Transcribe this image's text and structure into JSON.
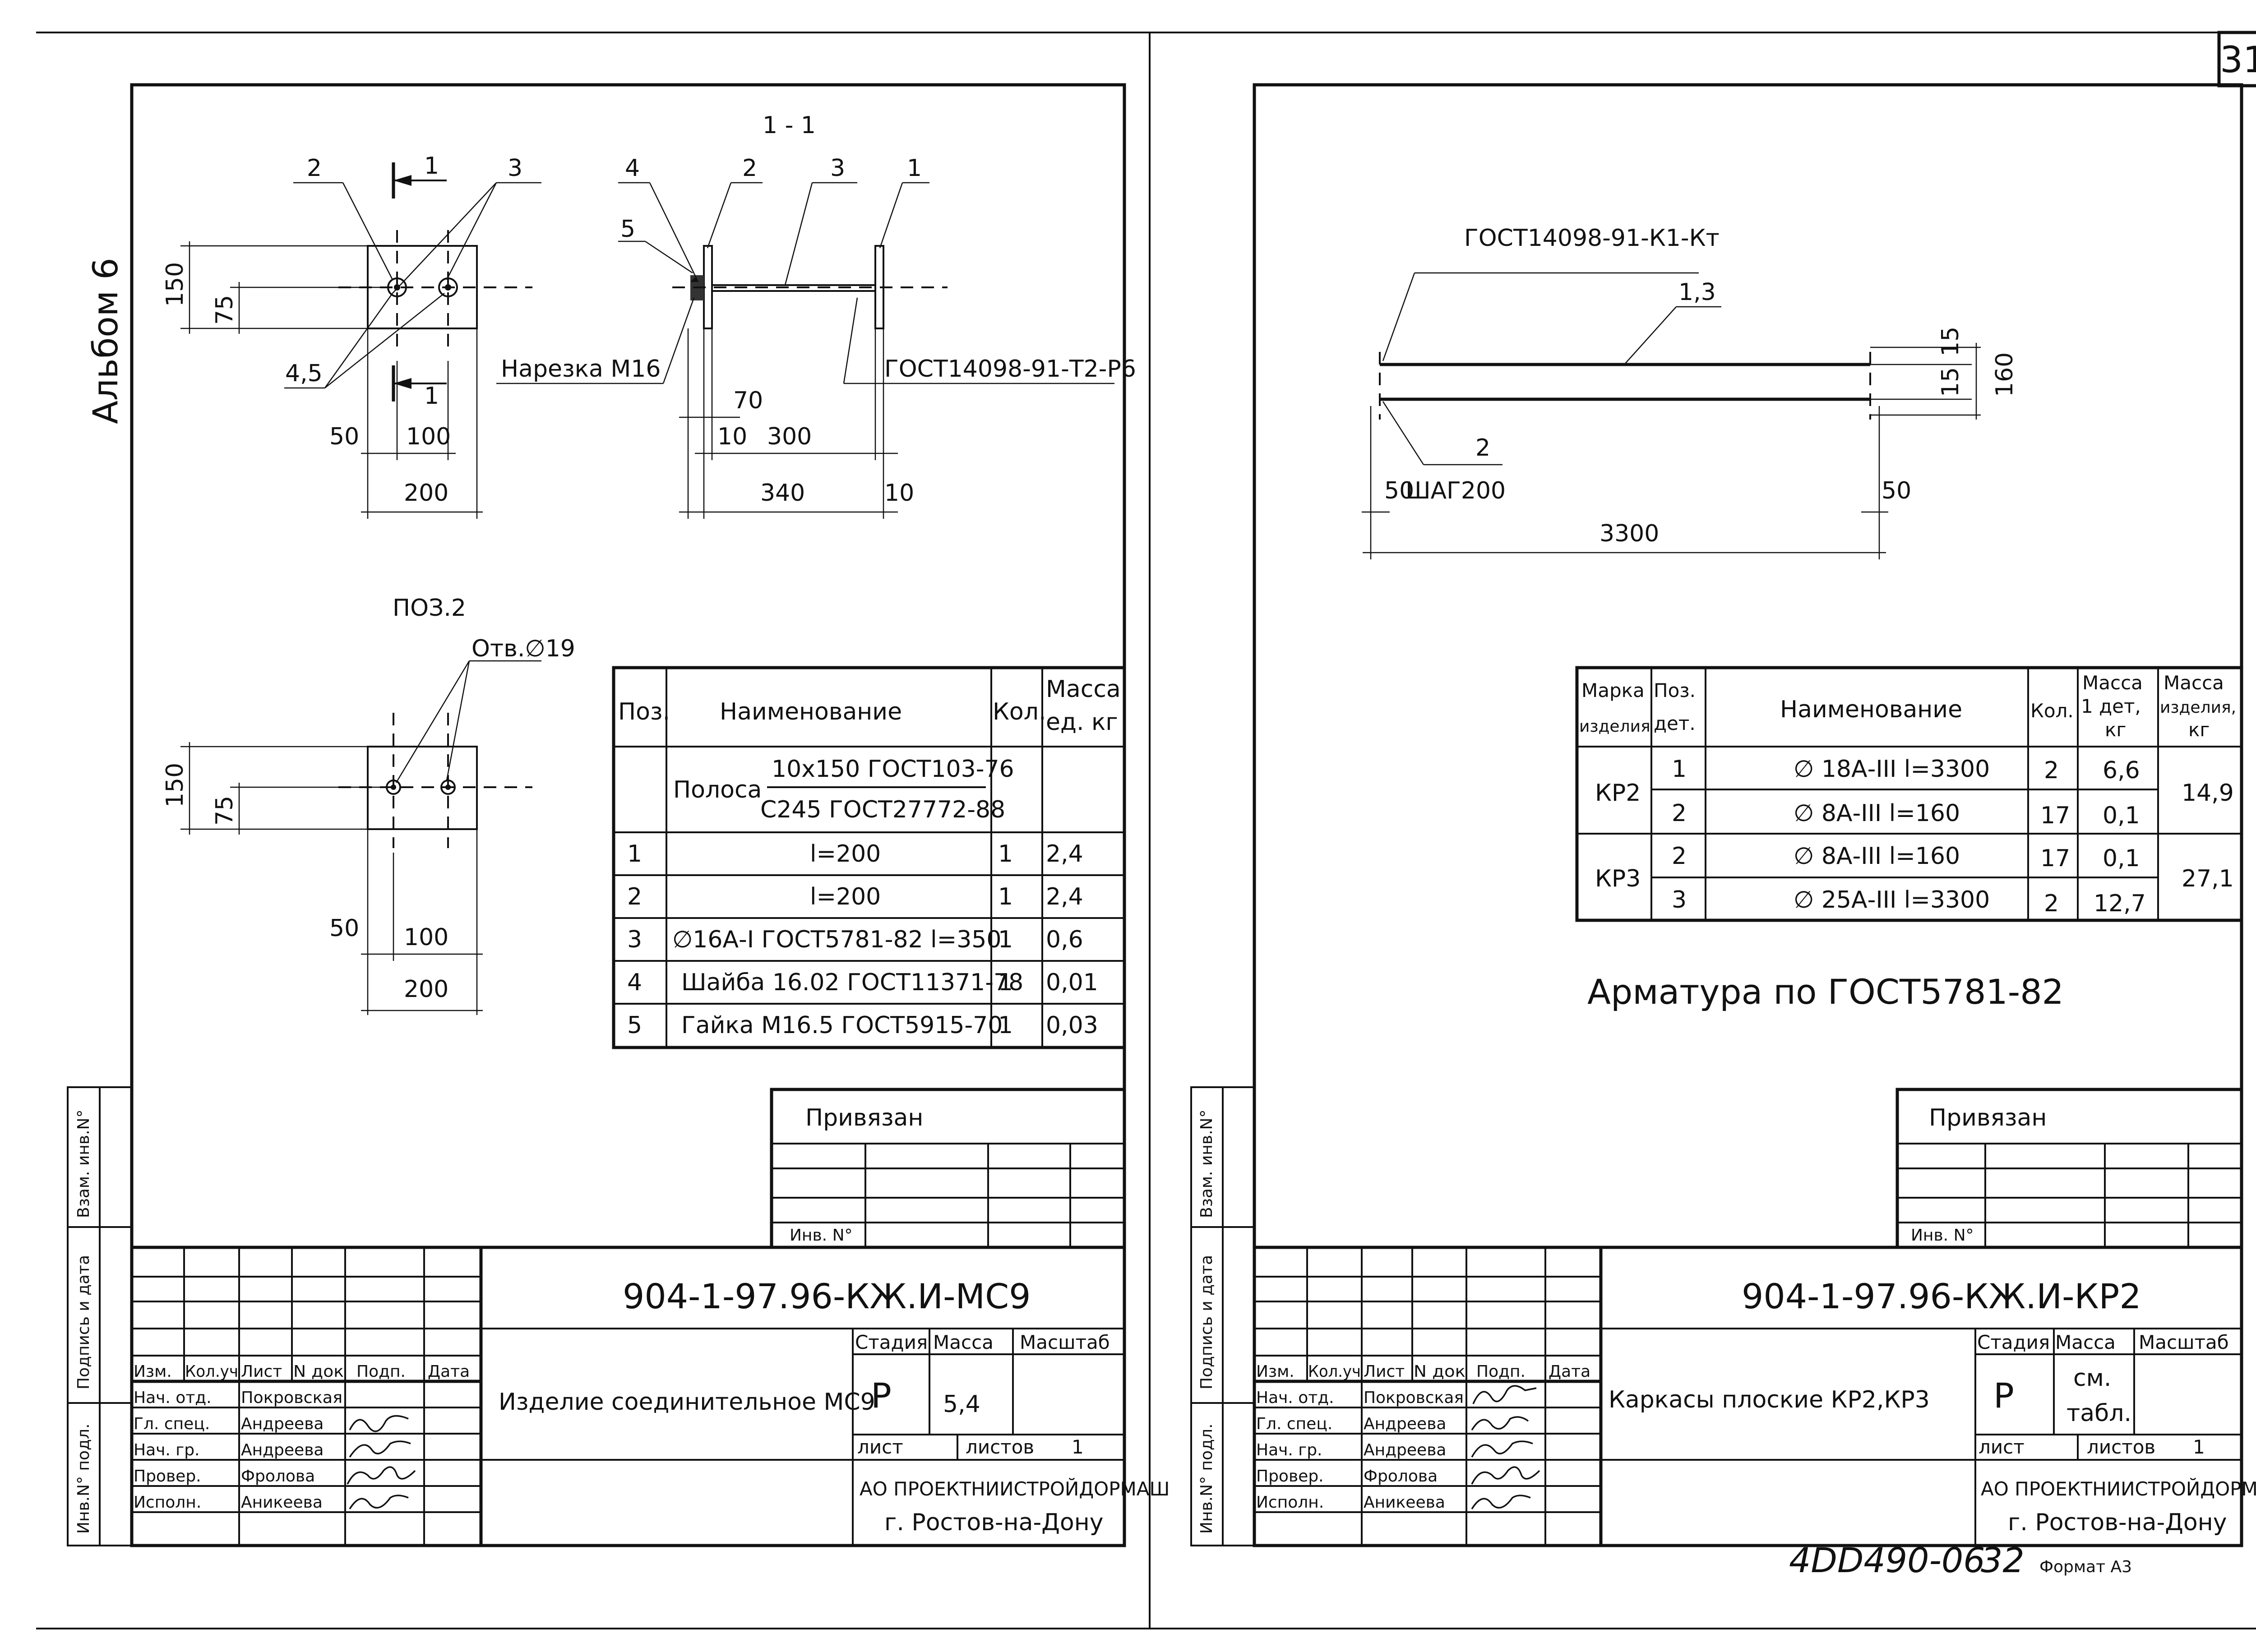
{
  "page_number": "31",
  "album": "Альбом 6",
  "left": {
    "section_label": "1 - 1",
    "callouts": {
      "c1": "1",
      "c2": "2",
      "c3": "3",
      "c4": "4",
      "c5": "5",
      "c45": "4,5",
      "cut1a": "1",
      "cut1b": "1"
    },
    "thread_label": "Нарезка М16",
    "weld_label": "ГОСТ14098-91-Т2-Р6",
    "dims": {
      "d150": "150",
      "d75": "75",
      "d50": "50",
      "d100": "100",
      "d200": "200",
      "d70": "70",
      "d10a": "10",
      "d300": "300",
      "d340": "340",
      "d10b": "10"
    },
    "pos2_title": "ПОЗ.2",
    "hole_label": "Отв.∅19",
    "pos2_dims": {
      "d150": "150",
      "d75": "75",
      "d50": "50",
      "d100": "100",
      "d200": "200"
    },
    "spec_table": {
      "headers": [
        "Поз.",
        "Наименование",
        "Кол.",
        "Масса",
        "ед. кг"
      ],
      "material_prefix": "Полоса",
      "material_top": "10х150 ГОСТ103-76",
      "material_bottom": "С245 ГОСТ27772-88",
      "rows": [
        {
          "pos": "1",
          "name": "l=200",
          "qty": "1",
          "mass": "2,4"
        },
        {
          "pos": "2",
          "name": "l=200",
          "qty": "1",
          "mass": "2,4"
        },
        {
          "pos": "3",
          "name": "∅16А-I ГОСТ5781-82 l=350",
          "qty": "1",
          "mass": "0,6"
        },
        {
          "pos": "4",
          "name": "Шайба 16.02 ГОСТ11371-78",
          "qty": "1",
          "mass": "0,01"
        },
        {
          "pos": "5",
          "name": "Гайка М16.5 ГОСТ5915-70",
          "qty": "1",
          "mass": "0,03"
        }
      ]
    },
    "privyazan": "Привязан",
    "inv_no": "Инв. N°",
    "doc_code": "904-1-97.96-КЖ.И-МС9",
    "title": "Изделие соединительное МС9",
    "stage_header": "Стадия",
    "mass_header": "Масса",
    "scale_header": "Масштаб",
    "stage": "Р",
    "mass": "5,4",
    "sheet_label": "лист",
    "sheets_label": "листов",
    "sheets_count": "1",
    "org_line1": "АО ПРОЕКТНИИСТРОЙДОРМАШ",
    "org_line2": "г. Ростов-на-Дону",
    "stamp_headers": [
      "Изм.",
      "Кол.уч",
      "Лист",
      "N док",
      "Подп.",
      "Дата"
    ],
    "stamp_rows": [
      {
        "role": "Нач. отд.",
        "name": "Покровская"
      },
      {
        "role": "Гл. спец.",
        "name": "Андреева"
      },
      {
        "role": "Нач. гр.",
        "name": "Андреева"
      },
      {
        "role": "Провер.",
        "name": "Фролова"
      },
      {
        "role": "Исполн.",
        "name": "Аникеева"
      }
    ],
    "side_labels": [
      "Взам. инв.N°",
      "Подпись и дата",
      "Инв.N° подл."
    ]
  },
  "right": {
    "weld_label": "ГОСТ14098-91-К1-Кт",
    "callout_13": "1,3",
    "callout_2": "2",
    "step_label": "ШАГ200",
    "dims": {
      "d15a": "15",
      "d15b": "15",
      "d160": "160",
      "d50a": "50",
      "d50b": "50",
      "d3300": "3300"
    },
    "table": {
      "headers": [
        "Марка",
        "изделия",
        "Поз.",
        "дет.",
        "Наименование",
        "Кол.",
        "Масса",
        "1 дет,",
        "кг",
        "Масса",
        "изделия,",
        "кг"
      ],
      "groups": [
        {
          "mark": "КР2",
          "total": "14,9",
          "rows": [
            {
              "pos": "1",
              "name": "∅ 18А-III l=3300",
              "qty": "2",
              "mass": "6,6"
            },
            {
              "pos": "2",
              "name": "∅ 8А-III l=160",
              "qty": "17",
              "mass": "0,1"
            }
          ]
        },
        {
          "mark": "КР3",
          "total": "27,1",
          "rows": [
            {
              "pos": "2",
              "name": "∅ 8А-III l=160",
              "qty": "17",
              "mass": "0,1"
            },
            {
              "pos": "3",
              "name": "∅ 25А-III l=3300",
              "qty": "2",
              "mass": "12,7"
            }
          ]
        }
      ]
    },
    "note": "Арматура по ГОСТ5781-82",
    "privyazan": "Привязан",
    "inv_no": "Инв. N°",
    "doc_code": "904-1-97.96-КЖ.И-КР2",
    "title": "Каркасы плоские КР2,КР3",
    "stage_header": "Стадия",
    "mass_header": "Масса",
    "scale_header": "Масштаб",
    "stage": "Р",
    "mass_line1": "см.",
    "mass_line2": "табл.",
    "sheet_label": "лист",
    "sheets_label": "листов",
    "sheets_count": "1",
    "org_line1": "АО ПРОЕКТНИИСТРОЙДОРМАШ",
    "org_line2": "г. Ростов-на-Дону",
    "stamp_headers": [
      "Изм.",
      "Кол.уч",
      "Лист",
      "N док",
      "Подп.",
      "Дата"
    ],
    "stamp_rows": [
      {
        "role": "Нач. отд.",
        "name": "Покровская"
      },
      {
        "role": "Гл. спец.",
        "name": "Андреева"
      },
      {
        "role": "Нач. гр.",
        "name": "Андреева"
      },
      {
        "role": "Провер.",
        "name": "Фролова"
      },
      {
        "role": "Исполн.",
        "name": "Аникеева"
      }
    ],
    "side_labels": [
      "Взам. инв.N°",
      "Подпись и дата",
      "Инв.N° подл."
    ]
  },
  "footer_code": "4DD490-06",
  "footer_num": "32",
  "format": "Формат А3"
}
